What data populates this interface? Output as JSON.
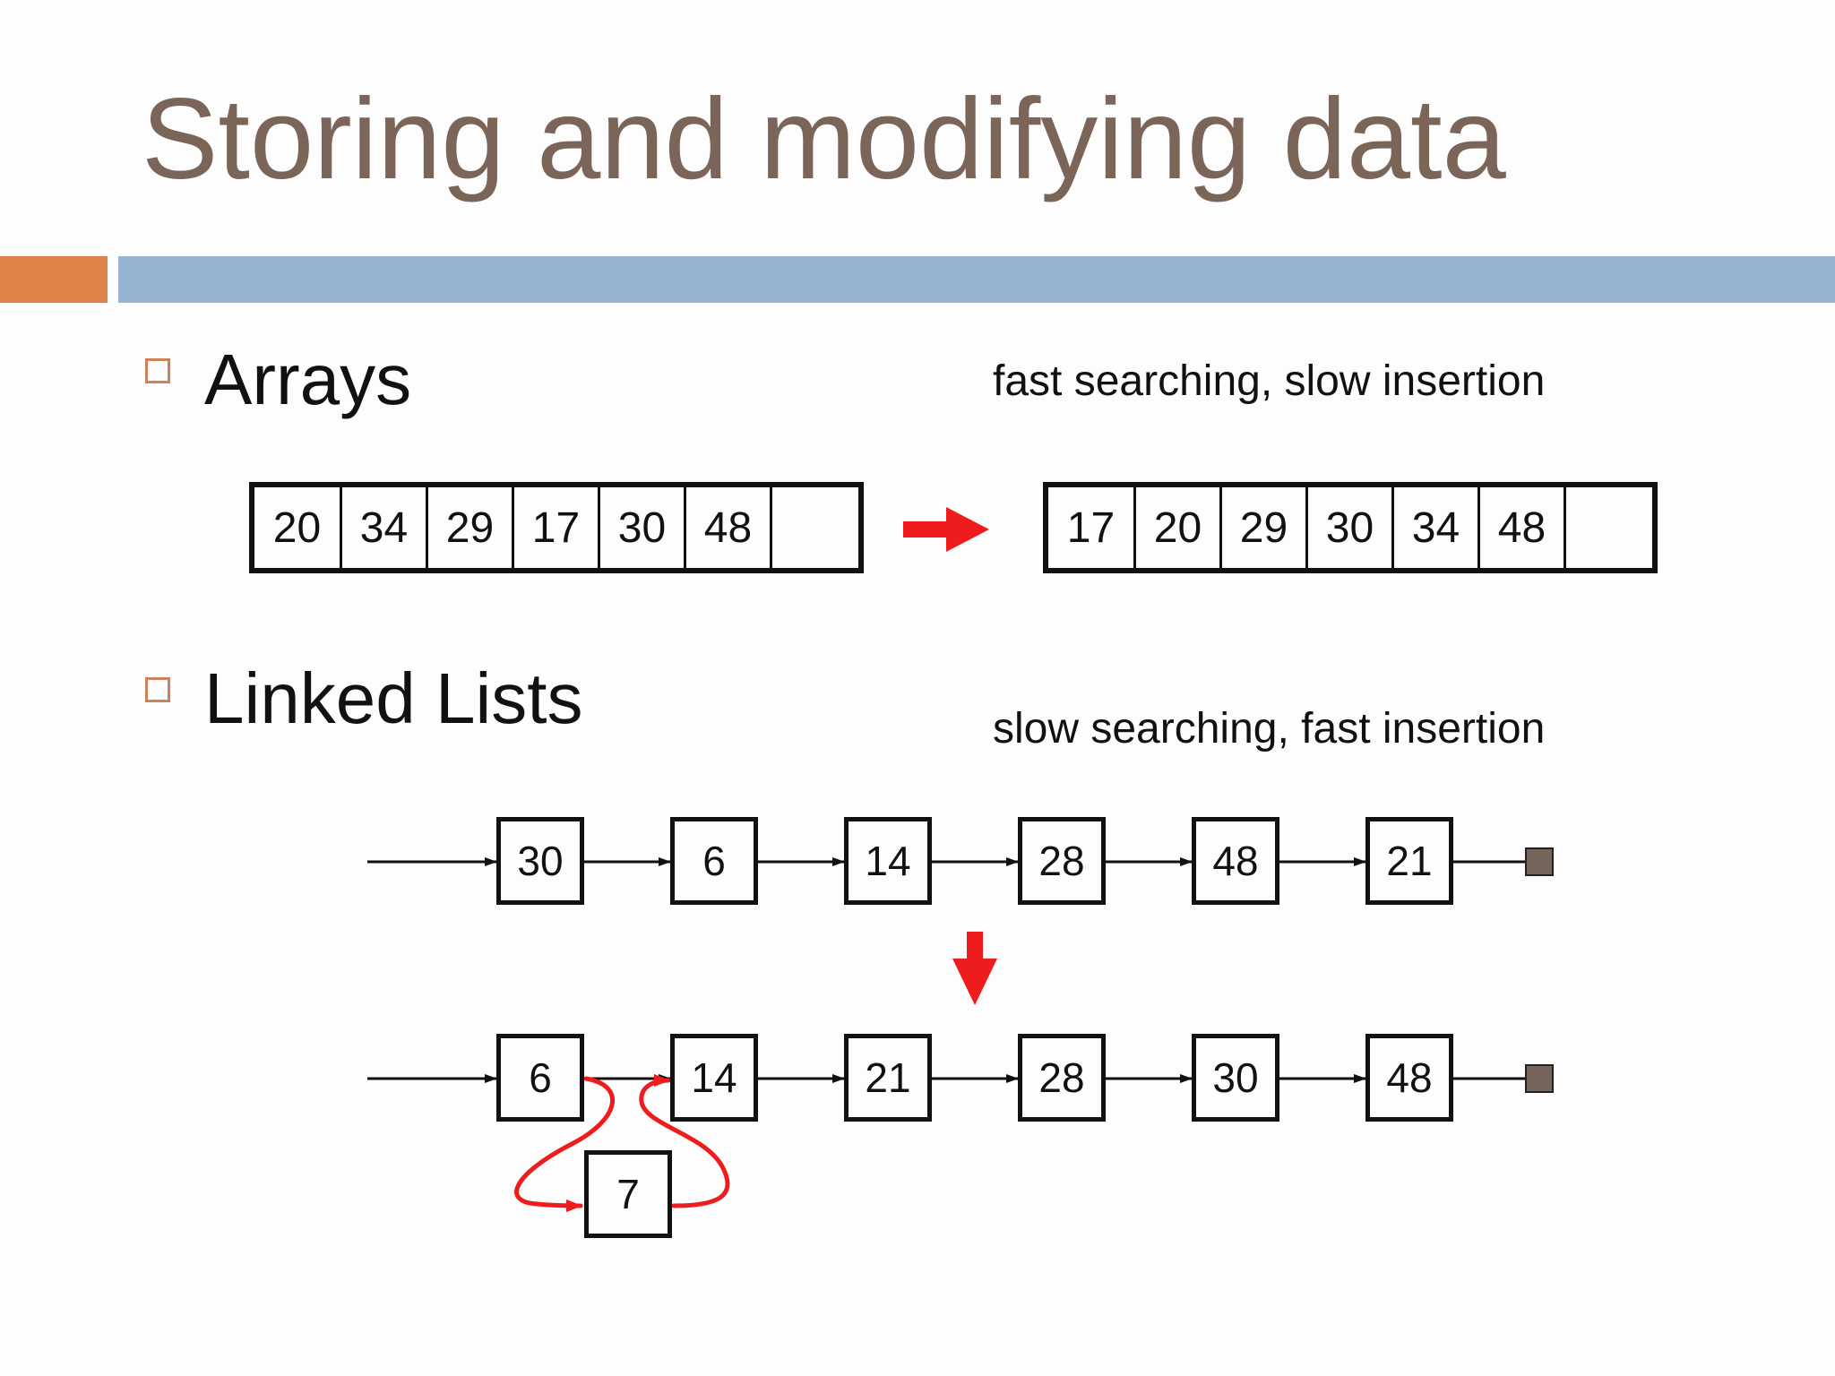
{
  "slide": {
    "title": "Storing and modifying data"
  },
  "arrays_section": {
    "heading": "Arrays",
    "note": "fast searching, slow insertion",
    "before": [
      "20",
      "34",
      "29",
      "17",
      "30",
      "48",
      ""
    ],
    "after": [
      "17",
      "20",
      "29",
      "30",
      "34",
      "48",
      ""
    ]
  },
  "lists_section": {
    "heading": "Linked Lists",
    "note": "slow searching, fast insertion",
    "before": [
      "30",
      "6",
      "14",
      "28",
      "48",
      "21"
    ],
    "after": [
      "6",
      "14",
      "21",
      "28",
      "30",
      "48"
    ],
    "inserted": "7"
  },
  "colors": {
    "title": "#7a6558",
    "accent_bar": "#de8249",
    "main_bar": "#95b4d2",
    "arrow": "#ee1c1c",
    "terminator": "#76655a"
  }
}
